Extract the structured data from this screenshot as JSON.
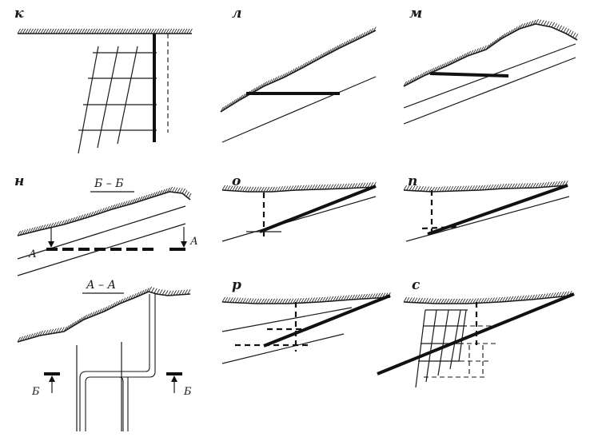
{
  "panels": {
    "k": {
      "label": "к"
    },
    "l": {
      "label": "л"
    },
    "m": {
      "label": "м"
    },
    "n": {
      "label": "н",
      "section_title": "Б – Б",
      "cut_left": "А",
      "cut_right": "А"
    },
    "aa": {
      "section_title": "А – А",
      "cut_left": "Б",
      "cut_right": "Б"
    },
    "o": {
      "label": "о"
    },
    "p": {
      "label": "п"
    },
    "r": {
      "label": "р"
    },
    "s": {
      "label": "с"
    }
  }
}
